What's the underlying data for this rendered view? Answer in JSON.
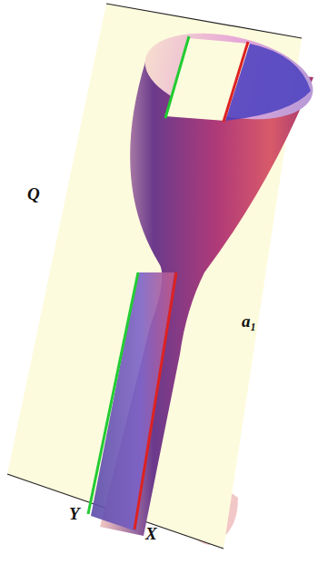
{
  "diagram": {
    "labels": [
      "Q",
      "a₁",
      "Y",
      "X"
    ]
  }
}
